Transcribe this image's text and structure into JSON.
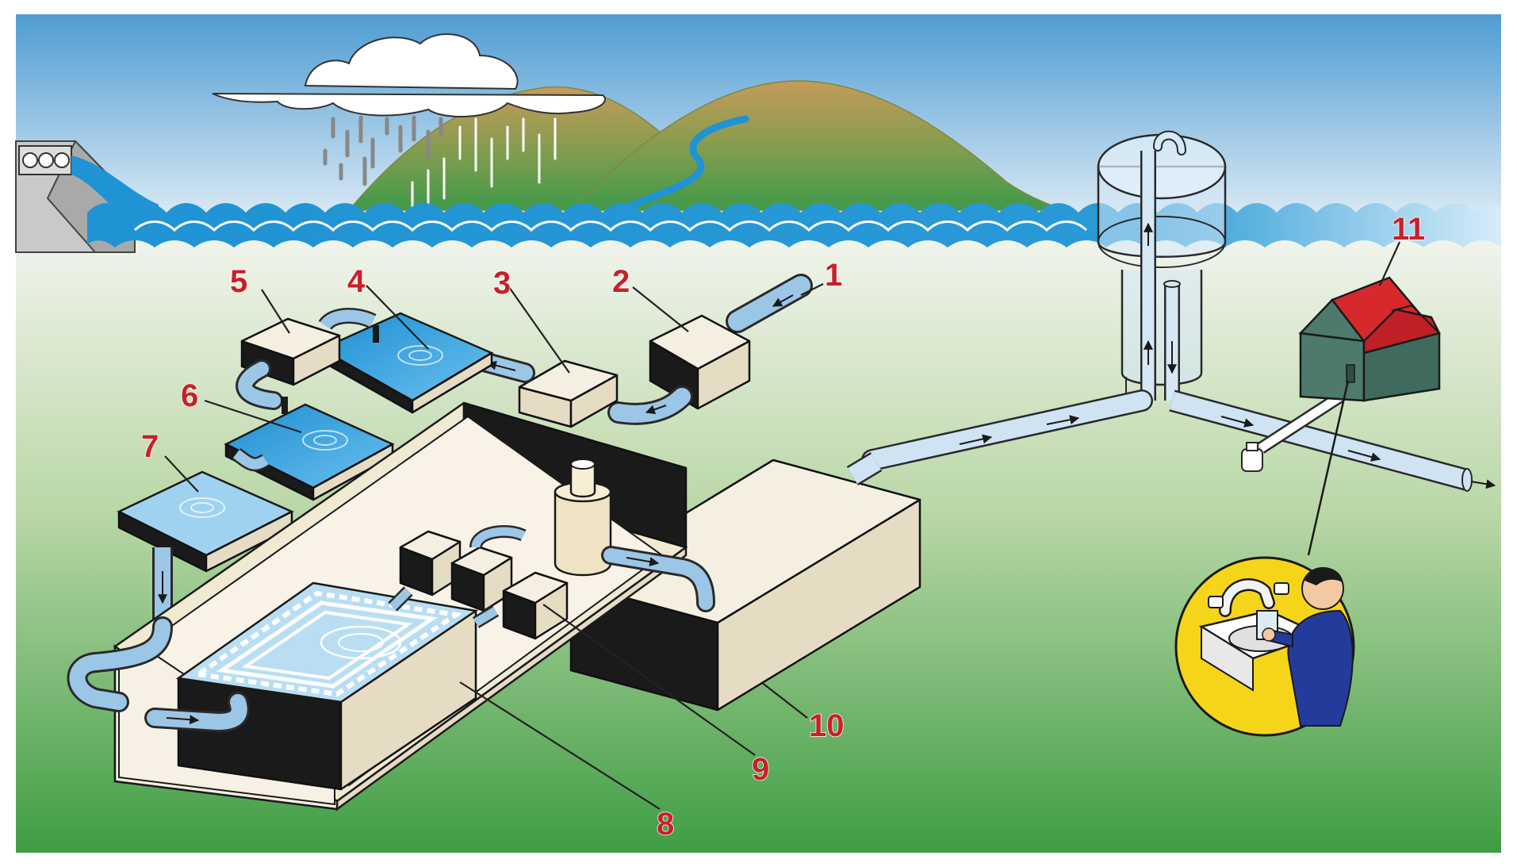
{
  "labels": {
    "n1": "1",
    "n2": "2",
    "n3": "3",
    "n4": "4",
    "n5": "5",
    "n6": "6",
    "n7": "7",
    "n8": "8",
    "n9": "9",
    "n10": "10",
    "n11": "11"
  },
  "colors": {
    "sky_top": "#4f9cd2",
    "sky_bottom": "#ffffff",
    "water": "#1f93d4",
    "hill_top": "#c59b5a",
    "hill_bottom": "#3f9a4a",
    "ground_top": "#eef3e8",
    "ground_bottom": "#3f9d44",
    "label_red": "#c8202a",
    "roof": "#d7282e",
    "house_wall": "#4d7a6c",
    "tank_wall": "#e9e1cb",
    "sink_circle": "#f5d51a",
    "shirt": "#233c9c"
  },
  "icons": {
    "dam": "dam-icon",
    "cloud": "rain-cloud-icon",
    "house": "house-icon",
    "faucet": "faucet-icon",
    "person": "person-icon"
  }
}
